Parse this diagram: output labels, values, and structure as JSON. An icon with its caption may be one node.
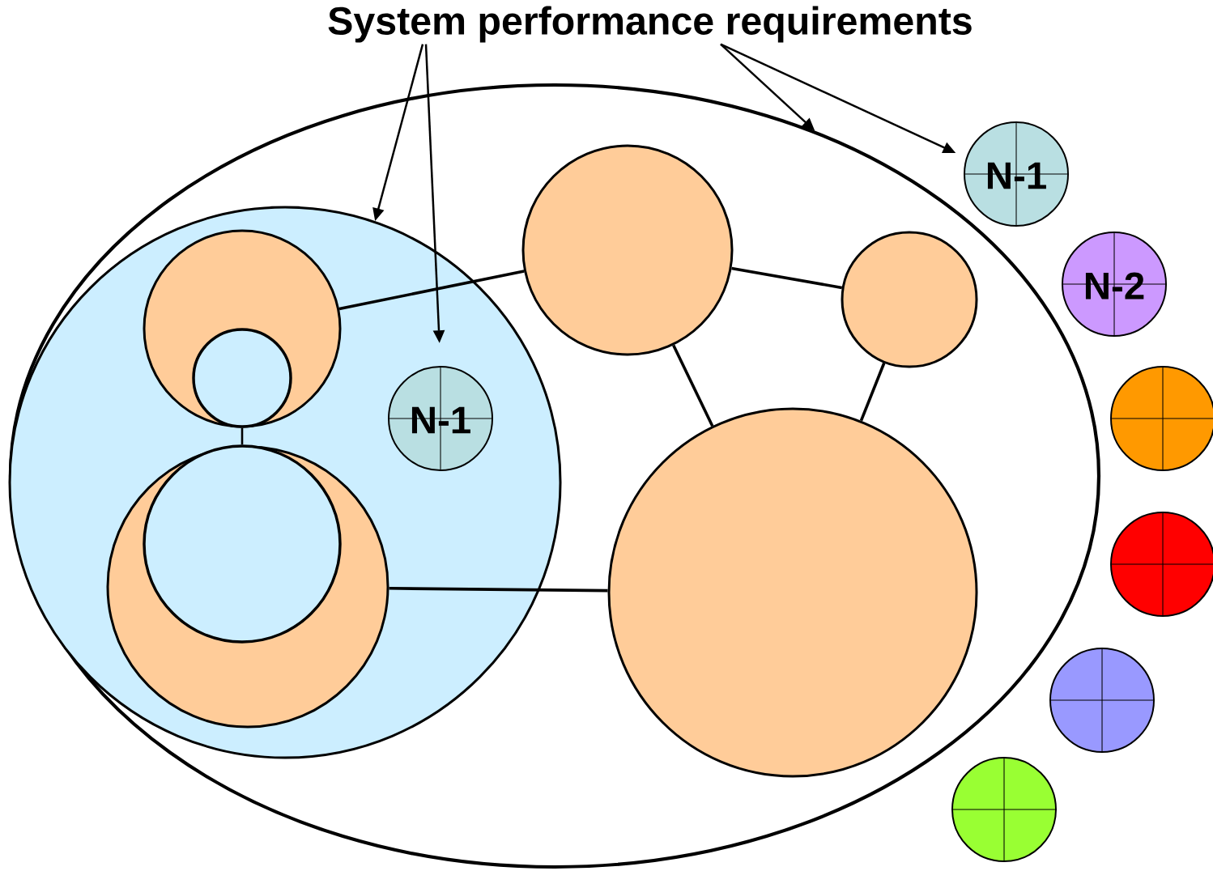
{
  "diagram": {
    "nodes": [
      {
        "text": [
          "System performance requirements"
        ]
      },
      {
        "text": [],
        "shape": "ellipse"
      },
      {
        "text": [],
        "shape": "circle",
        "in": 1
      },
      {
        "text": [],
        "shape": "circle",
        "in": 2
      },
      {
        "text": [],
        "shape": "circle",
        "in": 3
      },
      {
        "text": [],
        "shape": "circle",
        "in": 2
      },
      {
        "text": [],
        "shape": "circle",
        "in": 5
      },
      {
        "text": [
          "N-1"
        ],
        "in": 2
      },
      {
        "text": [],
        "shape": "circle",
        "in": 1
      },
      {
        "text": [],
        "shape": "circle",
        "in": 1
      },
      {
        "text": [],
        "shape": "circle",
        "in": 1
      },
      {
        "text": [
          "N-1"
        ]
      },
      {
        "text": [
          "N-2"
        ]
      },
      {
        "text": [],
        "shape": "circle"
      },
      {
        "text": [],
        "shape": "circle"
      },
      {
        "text": [],
        "shape": "circle"
      },
      {
        "text": [],
        "shape": "circle"
      }
    ],
    "edges": [
      {
        "from": 0,
        "to": 2,
        "arrow": "to"
      },
      {
        "from": 0,
        "to": 7,
        "arrow": "to"
      },
      {
        "from": 0,
        "to": 1,
        "arrow": "to"
      },
      {
        "from": 0,
        "to": 11,
        "arrow": "to"
      },
      {
        "from": 3,
        "to": 8,
        "arrow": "none"
      },
      {
        "from": 8,
        "to": 9,
        "arrow": "none"
      },
      {
        "from": 8,
        "to": 10,
        "arrow": "none"
      },
      {
        "from": 9,
        "to": 10,
        "arrow": "none"
      },
      {
        "from": 5,
        "to": 10,
        "arrow": "none"
      },
      {
        "from": 4,
        "to": 6,
        "arrow": "none"
      }
    ]
  }
}
